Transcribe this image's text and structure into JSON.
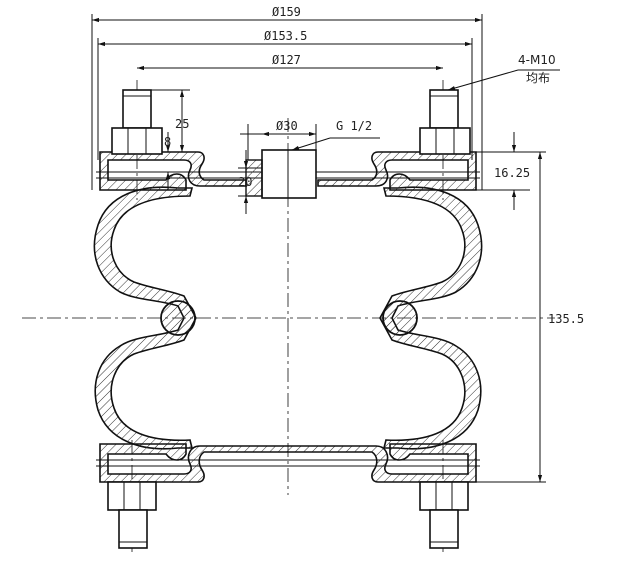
{
  "dimensions": {
    "d159": "Ø159",
    "d153": "Ø153.5",
    "d127": "Ø127",
    "d30": "Ø30",
    "port": "G 1/2",
    "bolt_len": "25",
    "plate_thk": "8",
    "port_h": "20",
    "flange_h": "16.25",
    "height": "135.5"
  },
  "annotations": {
    "bolt_spec": "4-M10",
    "bolt_note": "均布"
  }
}
